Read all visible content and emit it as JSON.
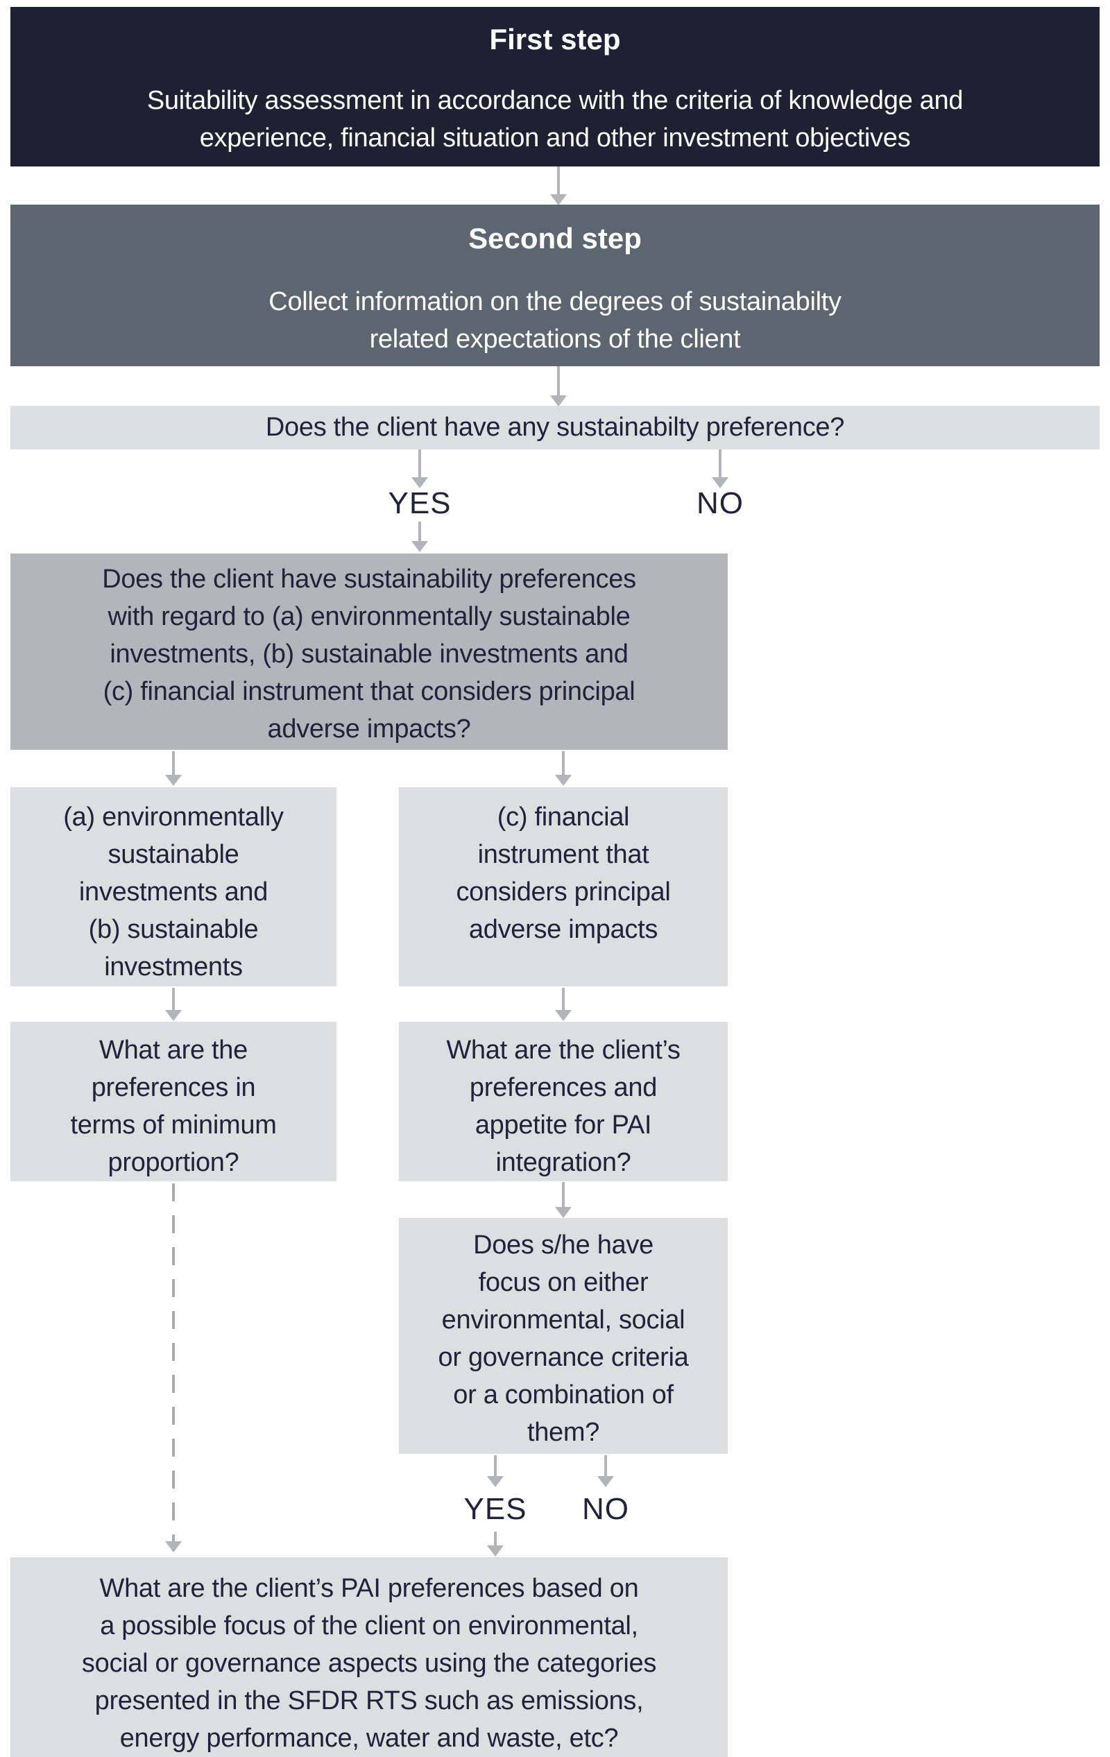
{
  "flowchart": {
    "steps": {
      "first": {
        "title": "First step",
        "body": "Suitability assessment in accordance with the criteria of knowledge and\nexperience, financial situation and other investment objectives"
      },
      "second": {
        "title": "Second step",
        "body": "Collect information on the degrees of sustainabilty\nrelated expectations of the client"
      },
      "q_any_preference": "Does the client have any sustainabilty preference?",
      "q_preference_detail": "Does the client have sustainability preferences\nwith regard to (a) environmentally sustainable\ninvestments, (b) sustainable investments and\n(c) financial instrument that considers principal\nadverse impacts?",
      "branch_a_b": "(a) environmentally\nsustainable\ninvestments and\n(b) sustainable\ninvestments",
      "branch_c": "(c) financial\ninstrument that\nconsiders principal\nadverse impacts",
      "q_min_proportion": "What are the\npreferences in\nterms of minimum\nproportion?",
      "q_pai_appetite": "What are the client’s\npreferences and\nappetite for PAI\nintegration?",
      "q_esg_focus": "Does s/he have\nfocus on either\nenvironmental, social\nor governance criteria\nor a combination of\nthem?",
      "q_pai_categories": "What are the client’s PAI preferences based on\na possible focus of the client on environmental,\nsocial or governance aspects using the categories\npresented in the SFDR RTS such as emissions,\nenergy performance, water and waste, etc?"
    },
    "labels": {
      "yes_1": "YES",
      "no_1": "NO",
      "yes_2": "YES",
      "no_2": "NO"
    },
    "colors": {
      "step1_background": "#1f2132",
      "step2_background": "#5b6670",
      "question_light_background": "#dcdee0",
      "question_mid_background": "#b4b5bb",
      "arrow": "#b1b4b8",
      "text_dark": "#20233a",
      "text_light": "#ffffff"
    }
  }
}
